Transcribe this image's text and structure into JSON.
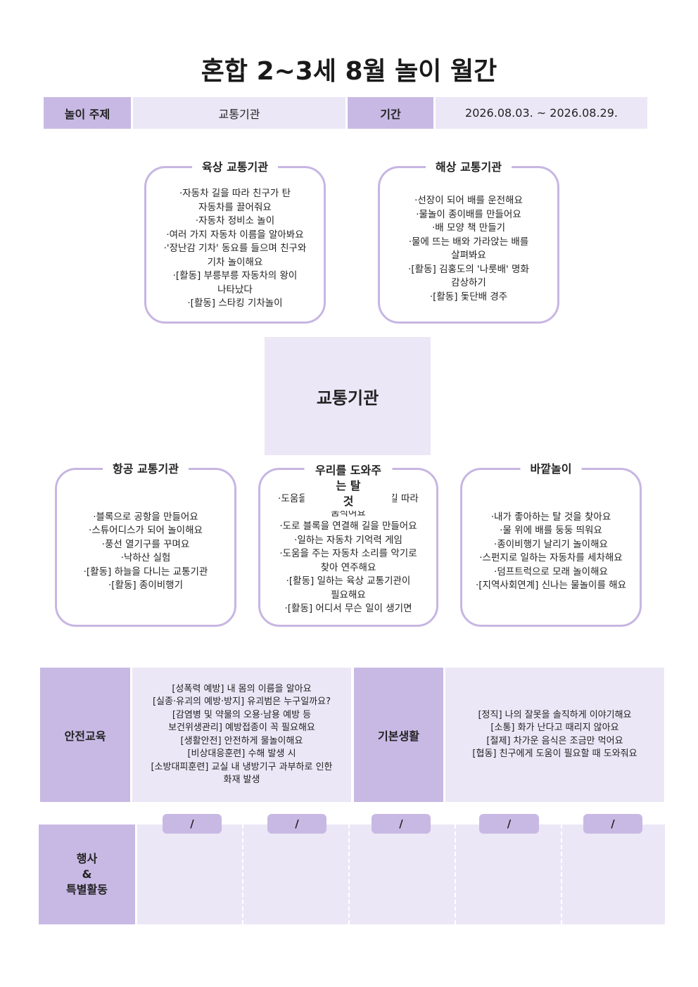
{
  "title": "혼합 2~3세 8월 놀이 월간",
  "header": {
    "theme_label": "놀이 주제",
    "theme_value": "교통기관",
    "period_label": "기간",
    "period_value": "2026.08.03. ~ 2026.08.29."
  },
  "center_topic": "교통기관",
  "bubbles": {
    "land": {
      "title": "육상 교통기관",
      "items": [
        "·자동차 길을 따라 친구가 탄",
        "자동차를 끌어줘요",
        "·자동차 정비소 놀이",
        "·여러 가지 자동차 이름을 알아봐요",
        "·'장난감 기차' 동요를 들으며 친구와",
        "기차 놀이해요",
        "·[활동] 부릉부릉 자동차의 왕이",
        "나타났다",
        "·[활동] 스타킹 기차놀이"
      ]
    },
    "sea": {
      "title": "해상 교통기관",
      "items": [
        "·선장이 되어 배를 운전해요",
        "·물놀이 종이배를 만들어요",
        "·배 모양 책 만들기",
        "·물에 뜨는 배와 가라앉는 배를",
        "살펴봐요",
        "·[활동] 김홍도의 '나룻배' 명화",
        "감상하기",
        "·[활동] 돛단배 경주"
      ]
    },
    "air": {
      "title": "항공 교통기관",
      "items": [
        "·블록으로 공항을 만들어요",
        "·스튜어디스가 되어 놀이해요",
        "·풍선 열기구를 꾸며요",
        "·낙하산 실험",
        "·[활동] 하늘을 다니는 교통기관",
        "·[활동] 종이비행기"
      ]
    },
    "helper": {
      "title_line1": "우리를 도와주는 탈",
      "title_line2": "것",
      "items": [
        "·도움을 주는 자동차가 되어 길 따라",
        "움직여요",
        "·도로 블록을 연결해 길을 만들어요",
        "·일하는 자동차 기억력 게임",
        "·도움을 주는 자동차 소리를 악기로",
        "찾아 연주해요",
        "·[활동] 일하는 육상 교통기관이",
        "필요해요",
        "·[활동] 어디서 무슨 일이 생기면"
      ]
    },
    "outdoor": {
      "title": "바깥놀이",
      "items": [
        "·내가 좋아하는 탈 것을 찾아요",
        "·물 위에 배를 둥둥 띄워요",
        "·종이비행기 날리기 놀이해요",
        "·스펀지로 일하는 자동차를 세차해요",
        "·덤프트럭으로 모래 놀이해요",
        "·[지역사회연계] 신나는 물놀이를 해요"
      ]
    }
  },
  "safety": {
    "label": "안전교육",
    "items": [
      "[성폭력 예방] 내 몸의 이름을 알아요",
      "[실종·유괴의 예방·방지] 유괴범은 누구일까요?",
      "[감염병 및 약물의 오용·남용 예방 등",
      "보건위생관리] 예방접종이 꼭 필요해요",
      "[생활안전] 안전하게 물놀이해요",
      "[비상대응훈련] 수해 발생 시",
      "[소방대피훈련] 교실 내 냉방기구 과부하로 인한",
      "화재 발생"
    ]
  },
  "basic_life": {
    "label": "기본생활",
    "items": [
      "[정직] 나의 잘못을 솔직하게 이야기해요",
      "[소통] 화가 난다고 때리지 않아요",
      "[절제] 차가운 음식은 조금만 먹어요",
      "[협동] 친구에게 도움이 필요할 때 도와줘요"
    ]
  },
  "events": {
    "label_line1": "행사",
    "label_line2": "&",
    "label_line3": "특별활동",
    "date_tabs": [
      "/",
      "/",
      "/",
      "/",
      "/"
    ]
  }
}
